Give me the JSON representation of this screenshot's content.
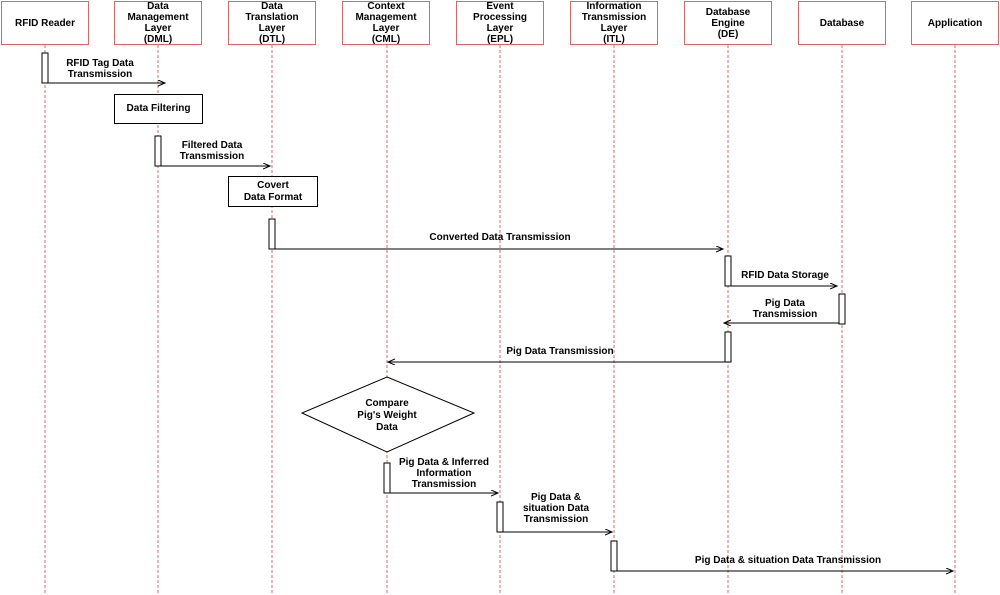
{
  "participants": [
    {
      "label": "RFID Reader"
    },
    {
      "label": "Data\nManagement\nLayer\n(DML)"
    },
    {
      "label": "Data\nTranslation\nLayer\n(DTL)"
    },
    {
      "label": "Context\nManagement\nLayer\n(CML)"
    },
    {
      "label": "Event\nProcessing\nLayer\n(EPL)"
    },
    {
      "label": "Information\nTransmission\nLayer\n(ITL)"
    },
    {
      "label": "Database\nEngine\n(DE)"
    },
    {
      "label": "Database"
    },
    {
      "label": "Application"
    }
  ],
  "steps": {
    "data_filtering": "Data Filtering",
    "convert_format": "Covert\nData Format",
    "compare_weight": "Compare\nPig's Weight\nData"
  },
  "messages": [
    {
      "label": "RFID Tag Data\nTransmission"
    },
    {
      "label": "Filtered Data\nTransmission"
    },
    {
      "label": "Converted Data Transmission"
    },
    {
      "label": "RFID Data Storage"
    },
    {
      "label": "Pig Data\nTransmission"
    },
    {
      "label": "Pig Data Transmission"
    },
    {
      "label": "Pig Data & Inferred\nInformation\nTransmission"
    },
    {
      "label": "Pig Data  &\nsituation Data\nTransmission"
    },
    {
      "label": "Pig Data  & situation Data Transmission"
    }
  ],
  "colors": {
    "participant_border": "#e06464",
    "lifeline": "#e06464",
    "line": "#000000"
  }
}
